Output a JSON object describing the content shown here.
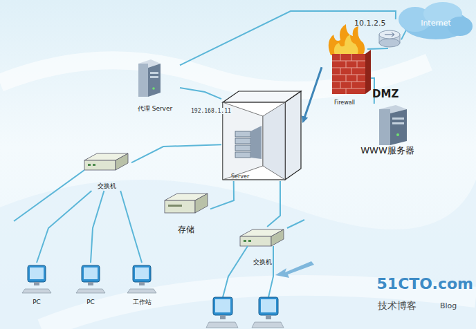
{
  "diagram": {
    "nodes": [
      {
        "text": [
          "Internet"
        ]
      },
      {
        "text": [
          "10.1.2.5"
        ]
      },
      {
        "text": [
          "代理 Server"
        ]
      },
      {
        "text": [
          "Firewall"
        ]
      },
      {
        "text": [
          "WWW服务器"
        ]
      },
      {
        "text": [
          "Server"
        ]
      },
      {
        "text": [
          "交换机"
        ]
      },
      {
        "text": [
          "存储"
        ]
      },
      {
        "text": [
          "交换机"
        ]
      },
      {
        "text": [
          "PC"
        ]
      },
      {
        "text": [
          "PC"
        ]
      },
      {
        "text": [
          "工作站"
        ]
      }
    ],
    "edges": [
      {
        "from": 1,
        "to": 0,
        "arrow": "none"
      },
      {
        "from": 1,
        "to": 2,
        "arrow": "none"
      },
      {
        "from": 3,
        "to": 1,
        "arrow": "none"
      },
      {
        "from": 3,
        "to": 4,
        "arrow": "none"
      },
      {
        "from": 3,
        "to": 5,
        "arrow": "to"
      },
      {
        "from": 2,
        "to": 5,
        "arrow": "none"
      },
      {
        "from": 5,
        "to": 6,
        "arrow": "none"
      },
      {
        "from": 5,
        "to": 7,
        "arrow": "none"
      },
      {
        "from": 5,
        "to": 8,
        "arrow": "none"
      },
      {
        "from": 6,
        "to": 9,
        "arrow": "none"
      },
      {
        "from": 6,
        "to": 10,
        "arrow": "none"
      },
      {
        "from": 6,
        "to": 11,
        "arrow": "none"
      }
    ],
    "labels": [
      "192.168.1.11",
      "DMZ",
      "51CTO.com",
      "技术博客",
      "Blog"
    ]
  }
}
